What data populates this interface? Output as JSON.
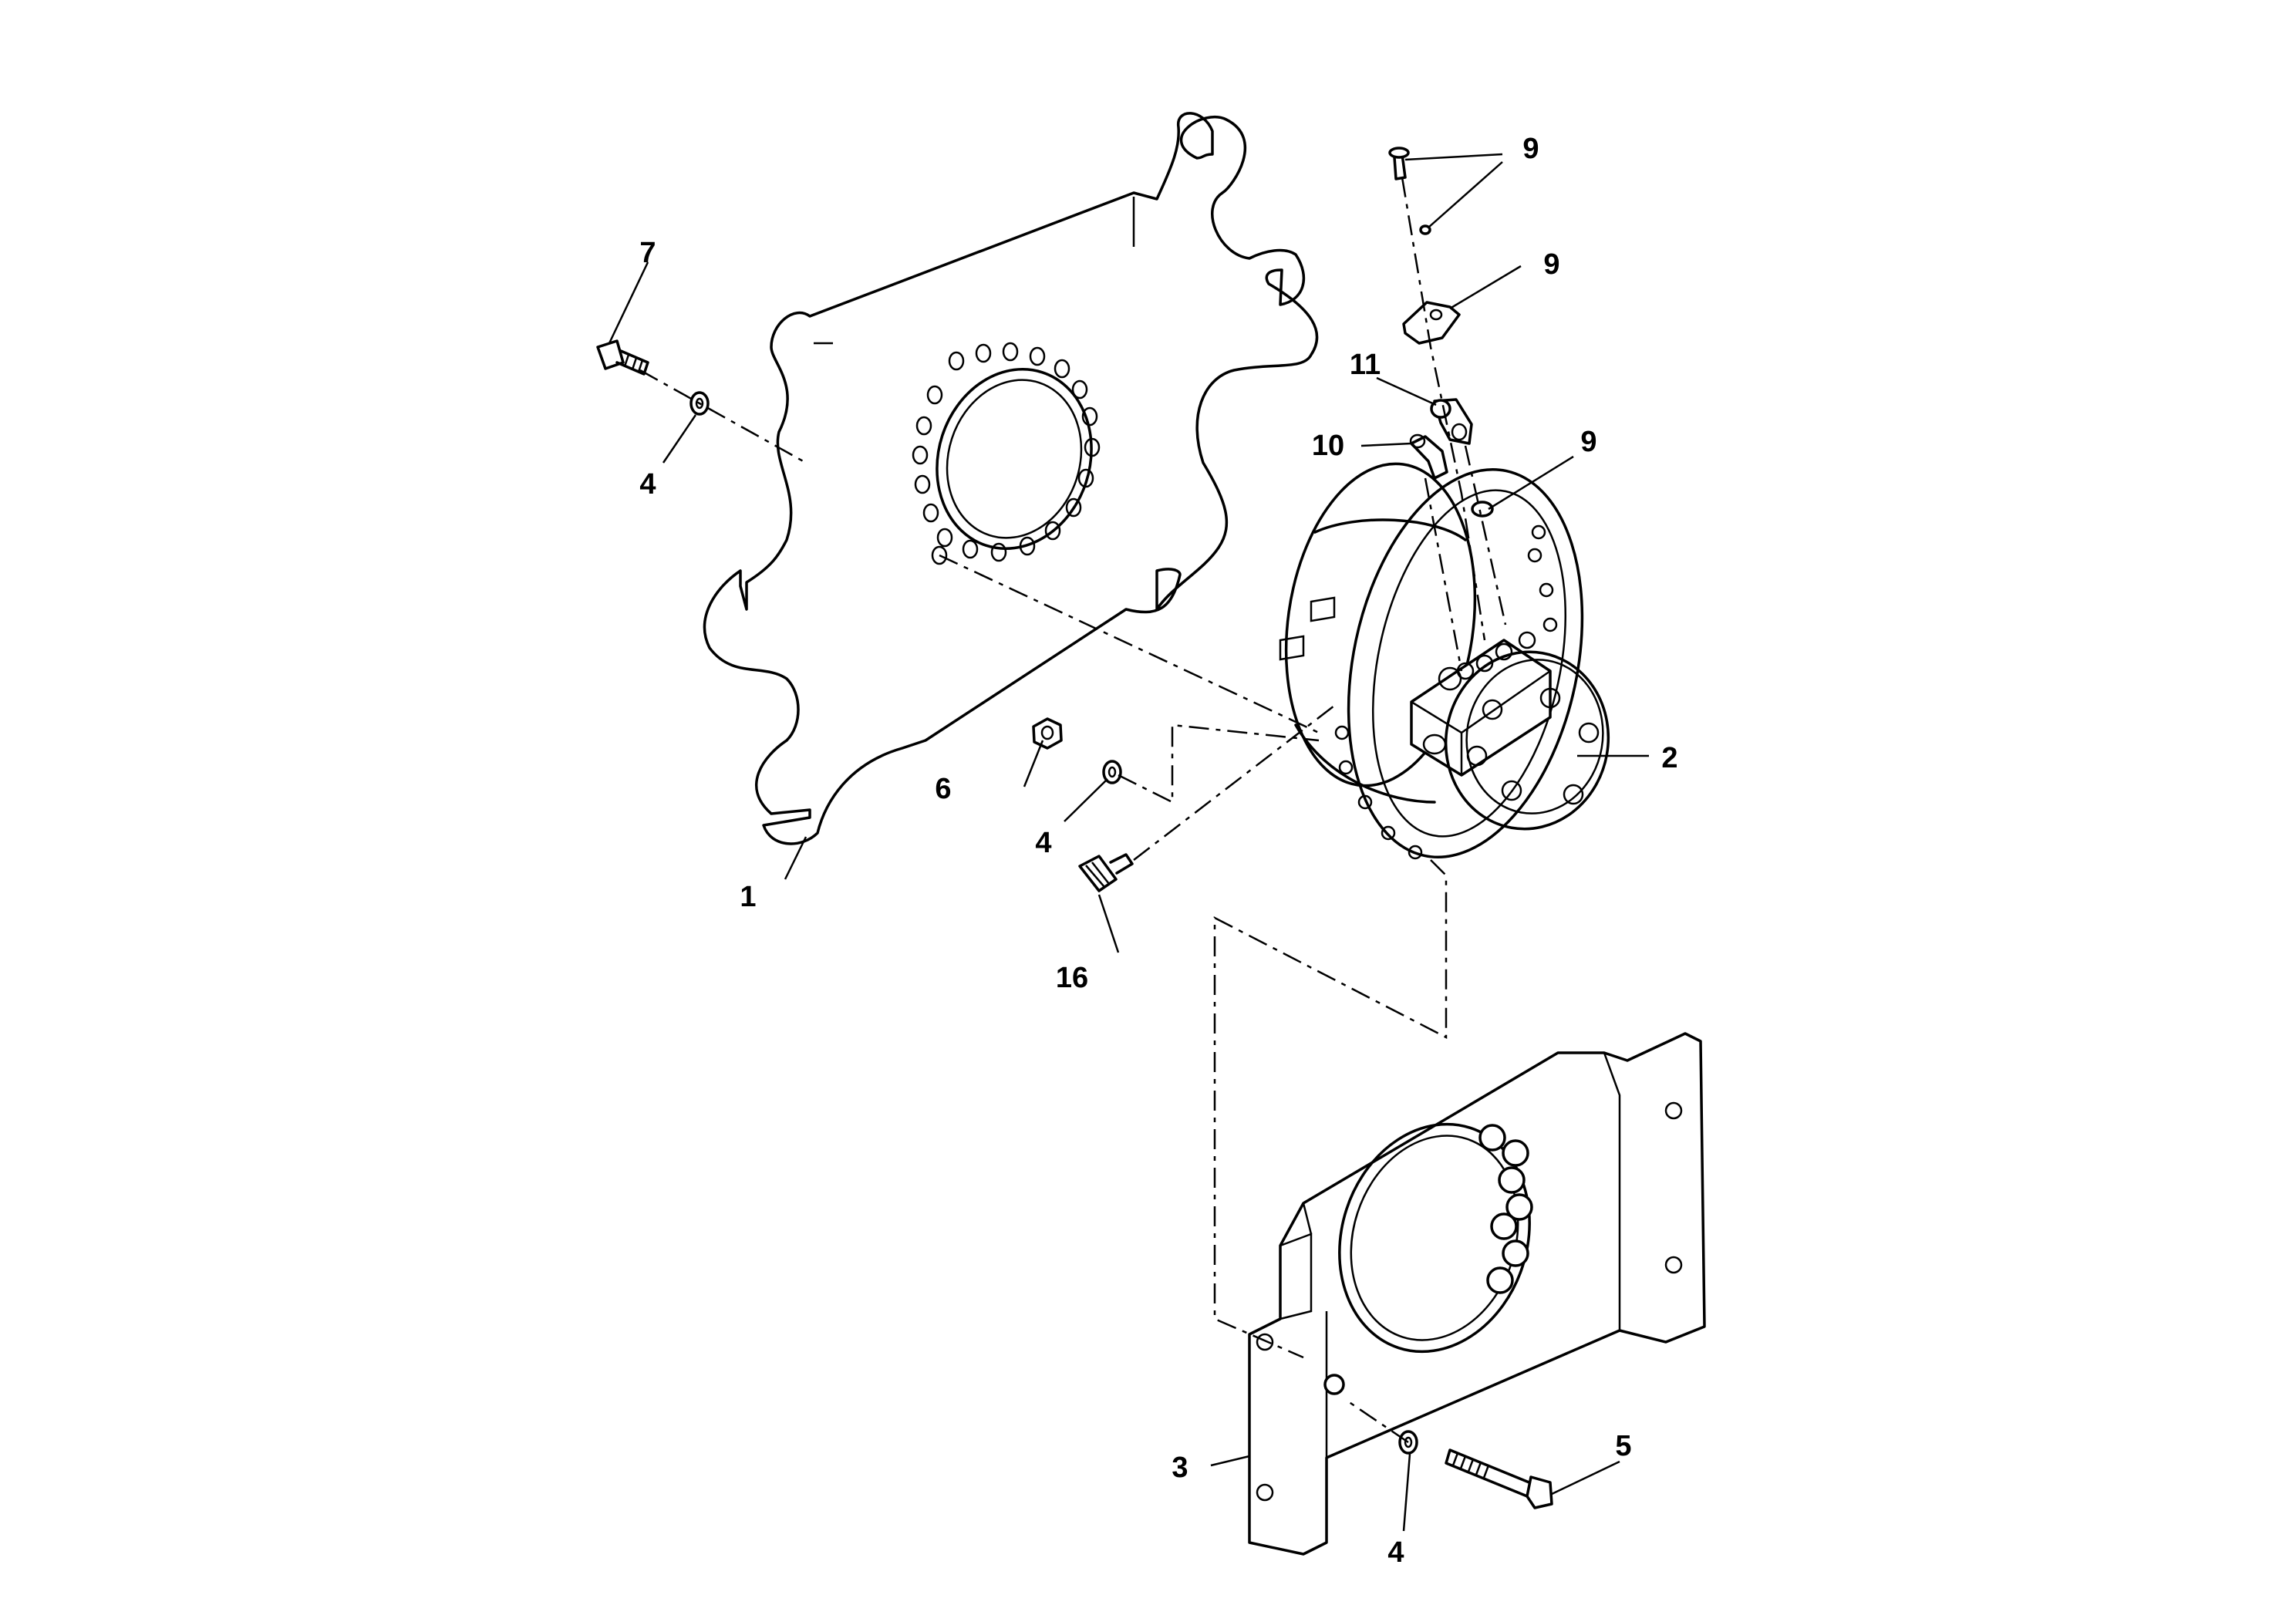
{
  "callouts": {
    "c1": "1",
    "c2": "2",
    "c3": "3",
    "c4a": "4",
    "c4b": "4",
    "c4c": "4",
    "c5": "5",
    "c6": "6",
    "c7": "7",
    "c9a": "9",
    "c9b": "9",
    "c9c": "9",
    "c10": "10",
    "c11": "11",
    "c16": "16"
  },
  "colors": {
    "line": "#000000",
    "background": "#ffffff"
  }
}
